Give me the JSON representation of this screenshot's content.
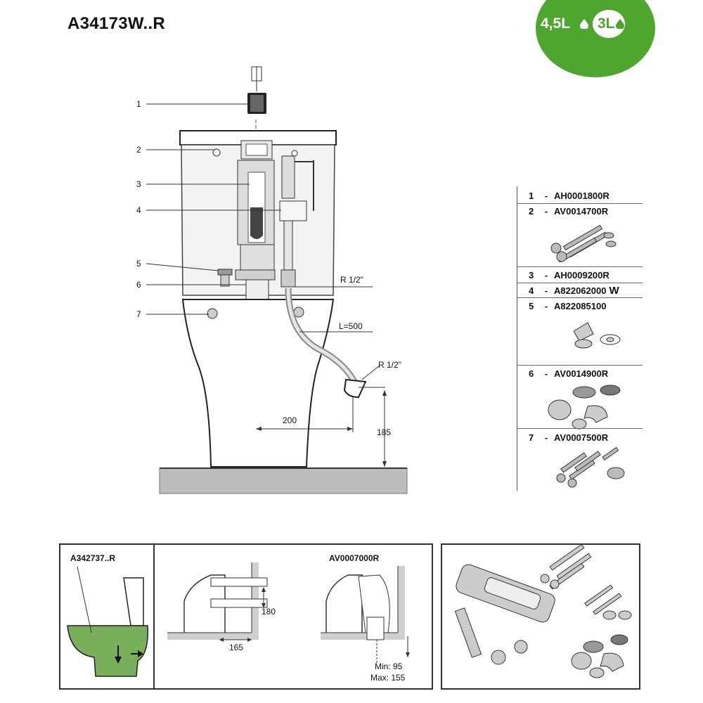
{
  "header": {
    "title": "A34173W..R"
  },
  "badge": {
    "full_flush": "4,5L",
    "half_flush": "3L",
    "color": "#4fa62e"
  },
  "callouts": [
    "1",
    "2",
    "3",
    "4",
    "5",
    "6",
    "7"
  ],
  "dimensions": {
    "inlet_thread_top": "R 1/2\"",
    "hose_length": "L=500",
    "inlet_thread_side": "R 1/2\"",
    "horizontal": "200",
    "vertical": "185"
  },
  "parts": [
    {
      "num": "1",
      "code": "AH0001800R"
    },
    {
      "num": "2",
      "code": "AV0014700R"
    },
    {
      "num": "3",
      "code": "AH0009200R"
    },
    {
      "num": "4",
      "code": "A822062000",
      "mark": "W"
    },
    {
      "num": "5",
      "code": "A822085100"
    },
    {
      "num": "6",
      "code": "AV0014900R"
    },
    {
      "num": "7",
      "code": "AV0007500R"
    }
  ],
  "bottom": {
    "left_code": "A342737..R",
    "mid_code": "AV0007000R",
    "dim_180": "180",
    "dim_165": "165",
    "min": "Min: 95",
    "max": "Max: 155"
  }
}
